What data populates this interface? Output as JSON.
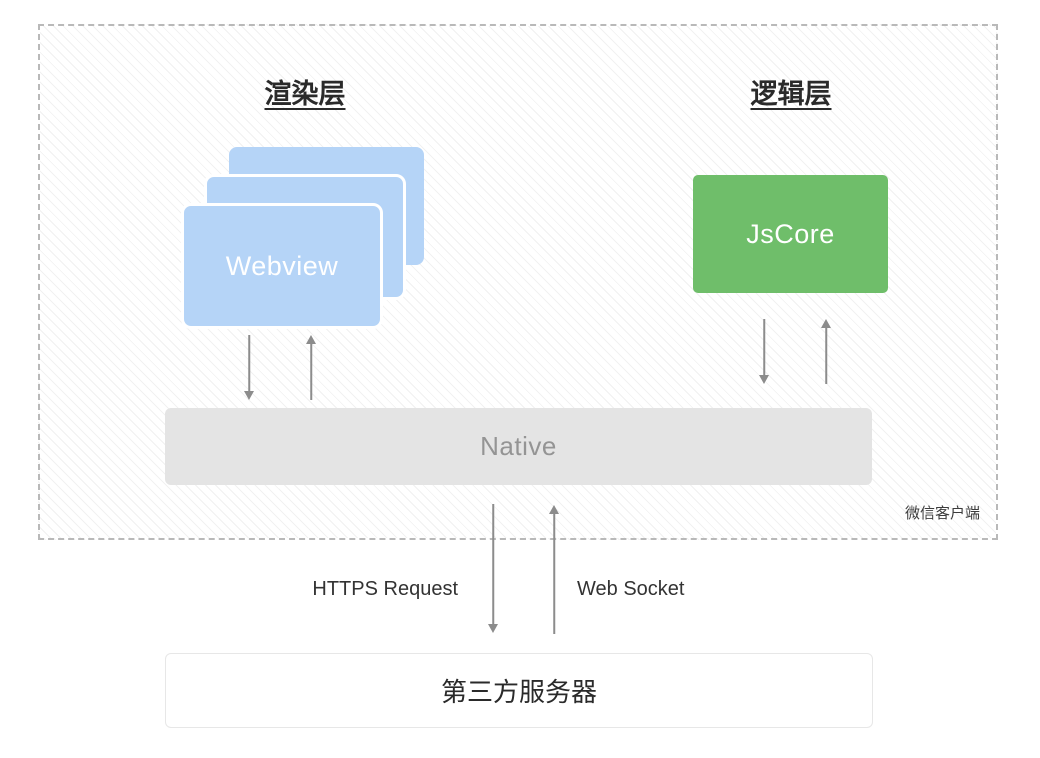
{
  "diagram": {
    "client_container_label": "微信客户端",
    "layers": {
      "render": {
        "title": "渲染层",
        "box_label": "Webview",
        "stack_count": 3
      },
      "logic": {
        "title": "逻辑层",
        "box_label": "JsCore"
      }
    },
    "native": {
      "label": "Native"
    },
    "server": {
      "label": "第三方服务器"
    },
    "connections": {
      "https_label": "HTTPS Request",
      "websocket_label": "Web Socket"
    },
    "colors": {
      "webview_blue": "#B5D4F7",
      "jscore_green": "#6FBE6A",
      "native_gray": "#E4E4E4",
      "arrow_gray": "#8C8C8C",
      "dashed_border_gray": "#B9B9B9",
      "server_border_gray": "#E7E7E7"
    }
  }
}
